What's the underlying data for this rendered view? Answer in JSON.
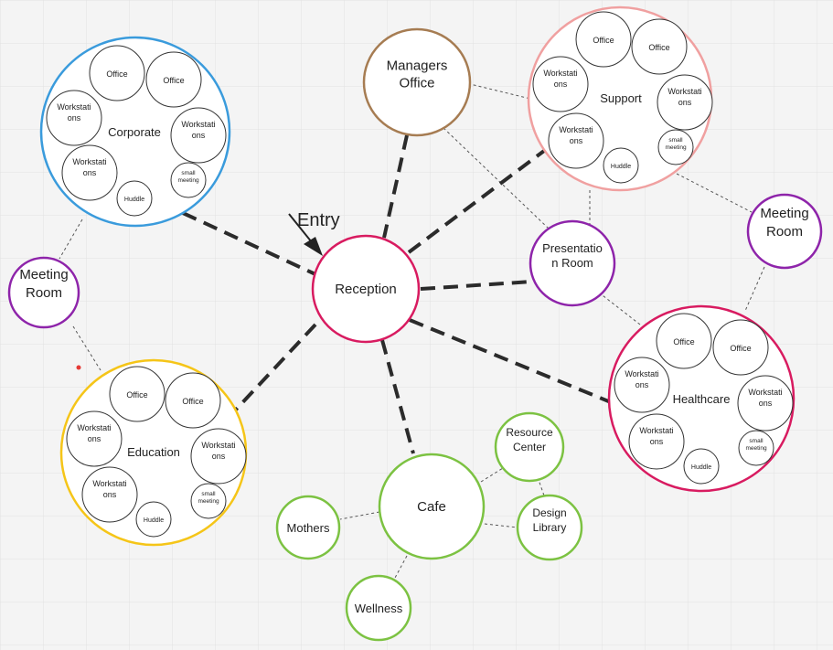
{
  "nodes": {
    "reception": "Reception",
    "managers": [
      "Managers",
      "Office"
    ],
    "presentation": [
      "Presentatio",
      "n Room"
    ],
    "meeting_left": [
      "Meeting",
      "Room"
    ],
    "meeting_right": [
      "Meeting",
      "Room"
    ],
    "cafe": "Cafe",
    "mothers": "Mothers",
    "wellness": "Wellness",
    "resource": [
      "Resource",
      "Center"
    ],
    "design": [
      "Design",
      "Library"
    ]
  },
  "entry_label": "Entry",
  "clusters": {
    "corporate": {
      "name": "Corporate",
      "rooms": [
        "Office",
        "Office",
        "Workstati|ons",
        "Workstati|ons",
        "Workstati|ons",
        "Huddle",
        "small|meeting"
      ]
    },
    "support": {
      "name": "Support",
      "rooms": [
        "Office",
        "Office",
        "Workstati|ons",
        "Workstati|ons",
        "Workstati|ons",
        "Huddle",
        "small|meeting"
      ]
    },
    "education": {
      "name": "Education",
      "rooms": [
        "Office",
        "Office",
        "Workstati|ons",
        "Workstati|ons",
        "Workstati|ons",
        "Huddle",
        "small|meeting"
      ]
    },
    "healthcare": {
      "name": "Healthcare",
      "rooms": [
        "Office",
        "Office",
        "Workstati|ons",
        "Workstati|ons",
        "Workstati|ons",
        "Huddle",
        "small|meeting"
      ]
    }
  },
  "colors": {
    "corporate": "#3a9bdc",
    "support": "#f0a0a0",
    "education": "#f5c518",
    "healthcare": "#d81b60",
    "reception": "#d81b60",
    "managers": "#a67c52",
    "meeting": "#8e24aa",
    "amenity": "#7cc242",
    "grid": "#e2e2e2",
    "dot": "#e53935"
  }
}
